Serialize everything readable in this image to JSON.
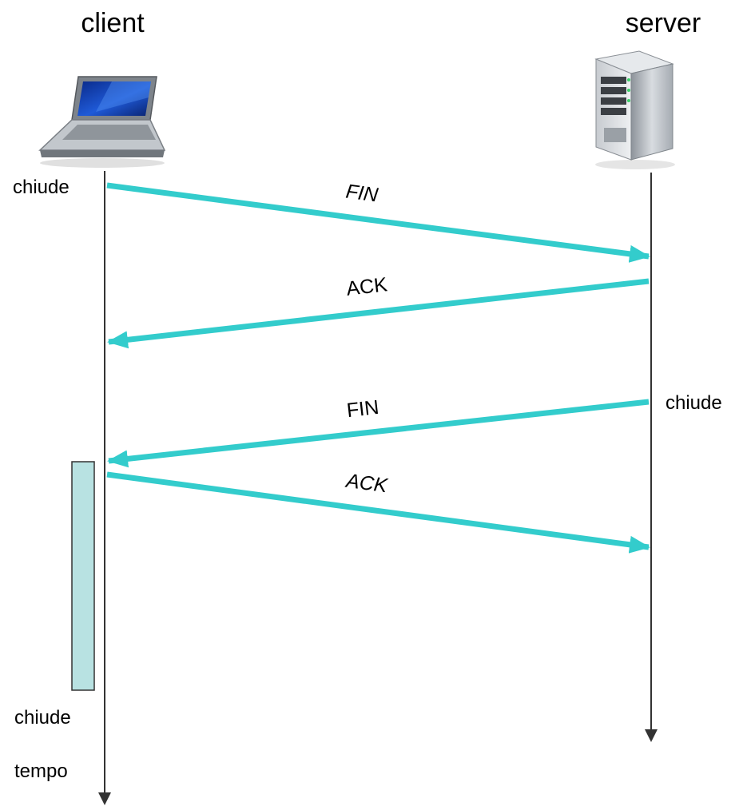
{
  "nodes": {
    "client": {
      "label": "client",
      "icon": "laptop-icon"
    },
    "server": {
      "label": "server",
      "icon": "server-tower-icon"
    }
  },
  "events": {
    "client_close_1": "chiude",
    "server_close": "chiude",
    "client_close_2": "chiude",
    "time_label": "tempo"
  },
  "messages": [
    {
      "label": "FIN",
      "from": "client",
      "to": "server"
    },
    {
      "label": "ACK",
      "from": "server",
      "to": "client"
    },
    {
      "label": "FIN",
      "from": "server",
      "to": "client"
    },
    {
      "label": "ACK",
      "from": "client",
      "to": "server"
    }
  ],
  "colors": {
    "arrow": "#33cccc",
    "timeline": "#333333",
    "wait_box_fill": "#b8e2e2"
  }
}
